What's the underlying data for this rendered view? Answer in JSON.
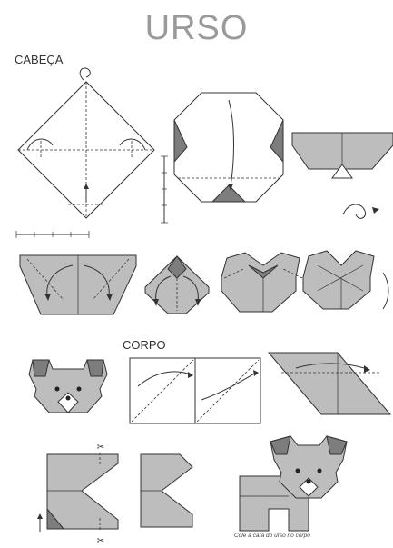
{
  "title": "URSO",
  "sections": {
    "head": "CABEÇA",
    "body": "CORPO"
  },
  "caption": "Cole a cara do urso no corpo",
  "colors": {
    "paper": "#ffffff",
    "fold_face": "#bdbdbd",
    "dark_fold": "#7d7d7d",
    "ink": "#333333",
    "title": "#9a9a9a"
  }
}
